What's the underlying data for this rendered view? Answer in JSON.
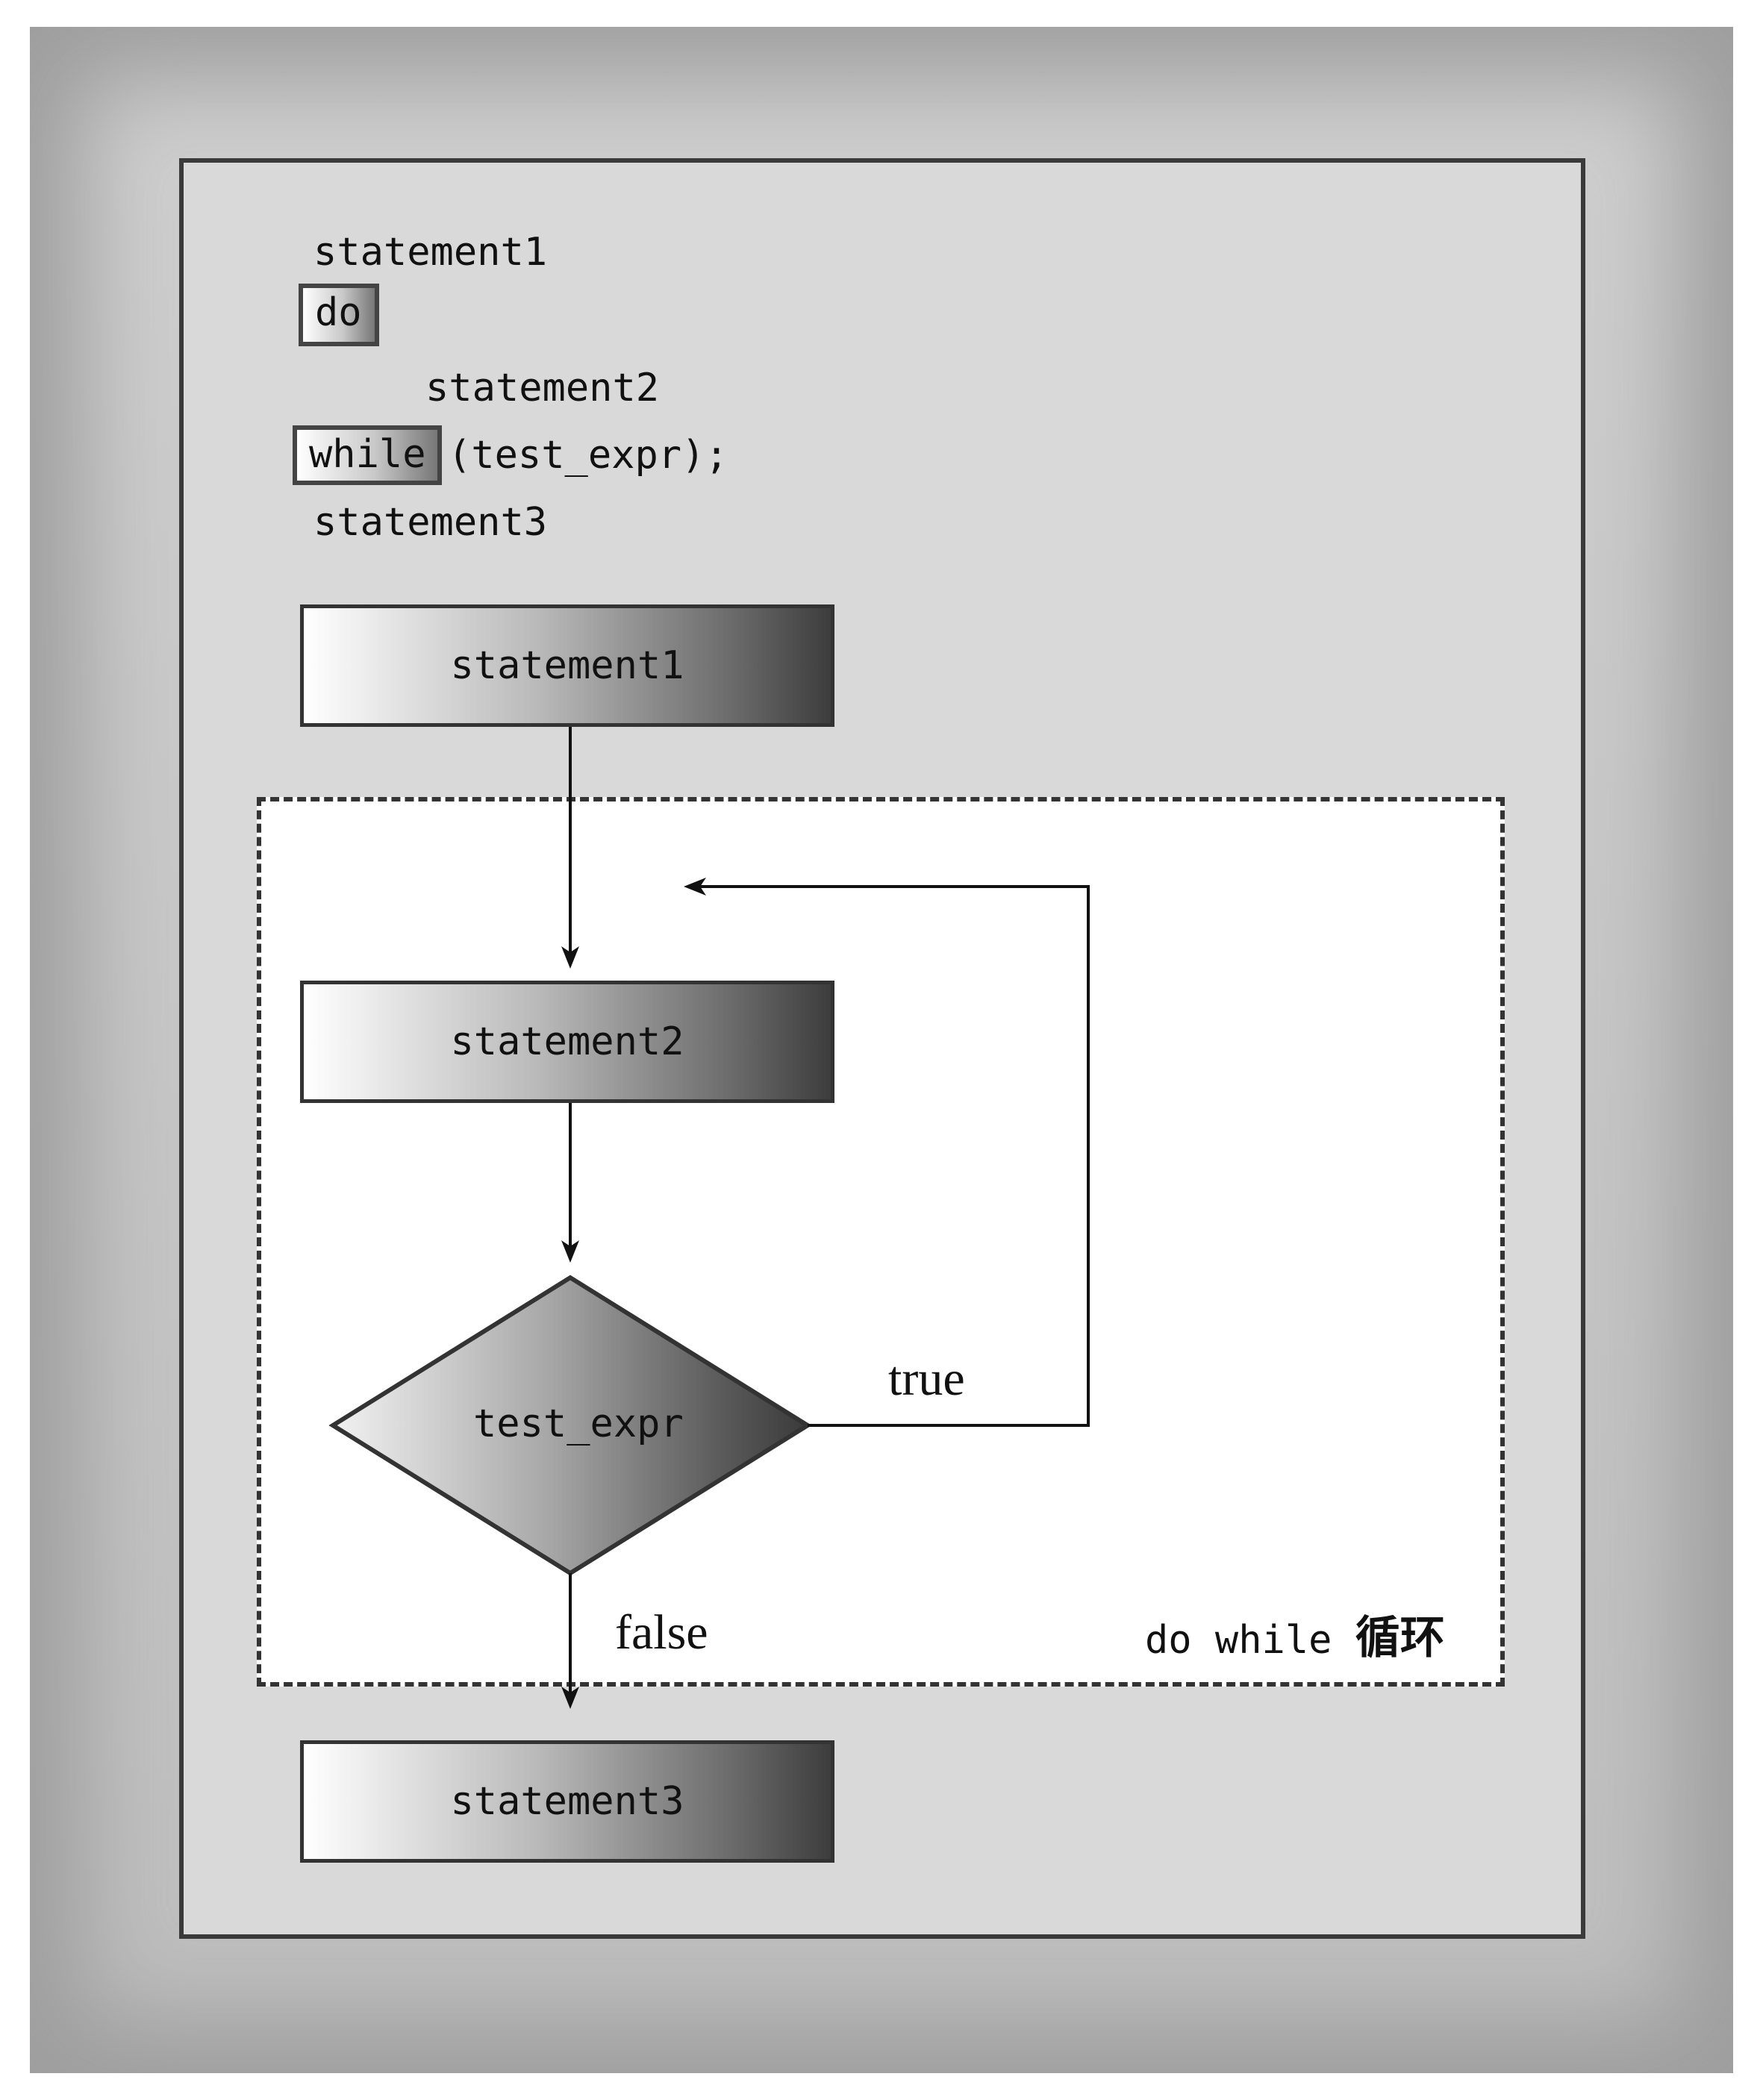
{
  "code": {
    "line1": "statement1",
    "do_keyword": "do",
    "line2": "statement2",
    "while_keyword": "while",
    "while_rest": "(test_expr);",
    "line3": "statement3"
  },
  "flow": {
    "box1": "statement1",
    "box2": "statement2",
    "decision": "test_expr",
    "box3": "statement3",
    "true_label": "true",
    "false_label": "false",
    "loop_caption_code": "do while",
    "loop_caption_text": "循环"
  }
}
